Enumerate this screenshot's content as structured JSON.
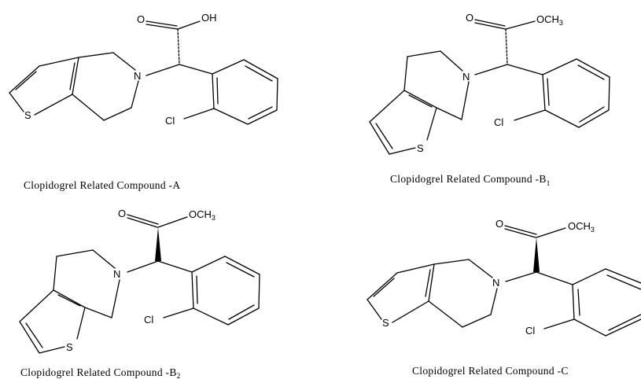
{
  "atoms": {
    "oxygen": "O",
    "hydroxyl": "OH",
    "methoxy_prefix": "OCH",
    "methoxy_sub": "3",
    "nitrogen": "N",
    "sulfur": "S",
    "chlorine": "Cl"
  },
  "compounds": [
    {
      "caption": "Clopidogrel Related Compound -A",
      "subscript": ""
    },
    {
      "caption": "Clopidogrel Related Compound -B",
      "subscript": "1"
    },
    {
      "caption": "Clopidogrel Related Compound -B",
      "subscript": "2"
    },
    {
      "caption": "Clopidogrel Related Compound -C",
      "subscript": ""
    }
  ]
}
